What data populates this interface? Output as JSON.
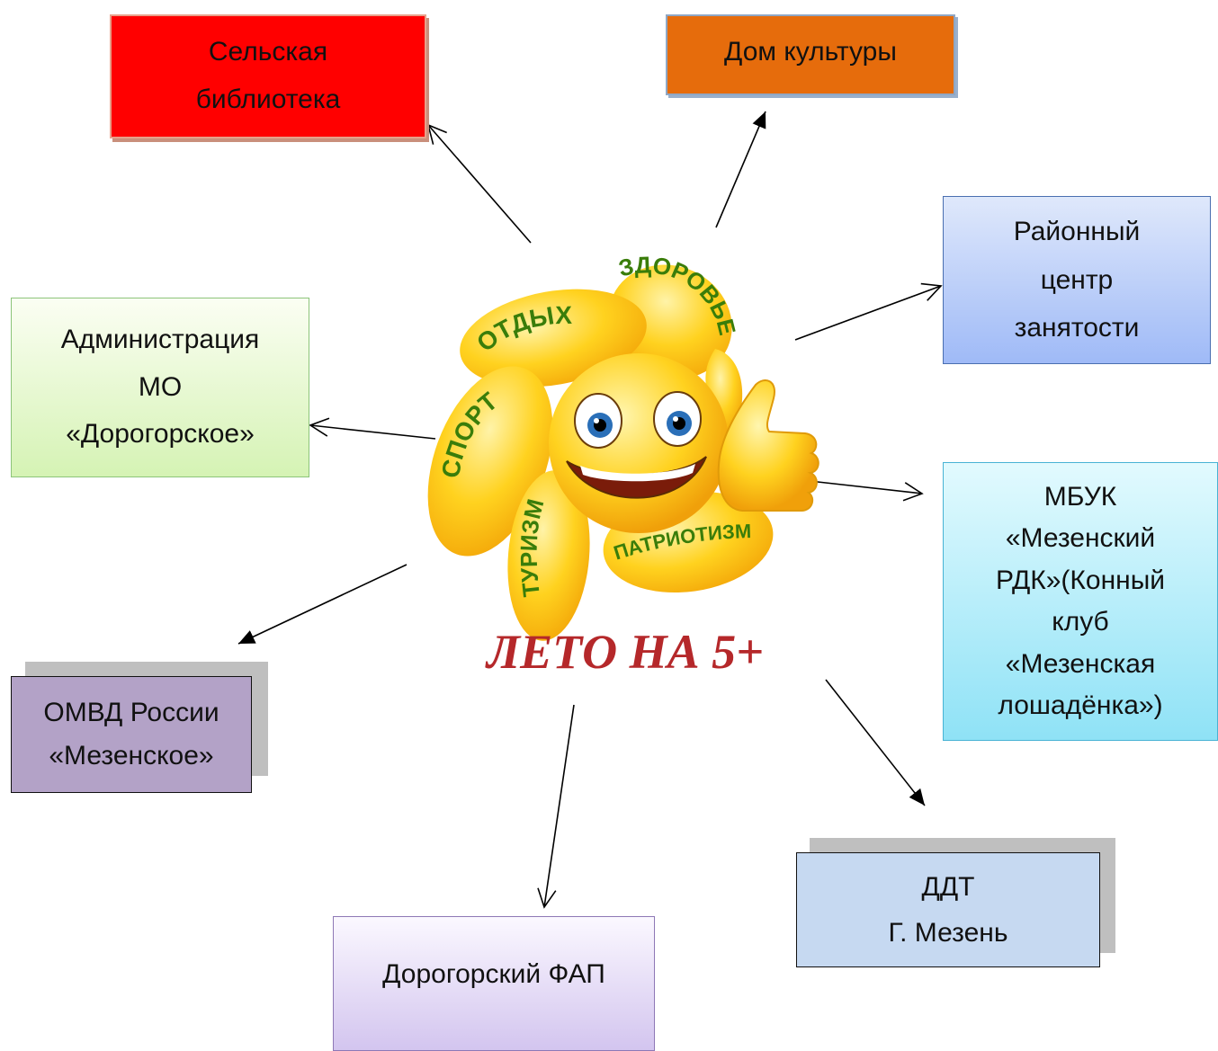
{
  "nodes": {
    "library": "Сельская\nбиблиотека",
    "culture": "Дом культуры",
    "employment": "Районный\nцентр\nзанятости",
    "admin": "Администрация\nМО\n«Дорогорское»",
    "mbuk": "МБУК\n«Мезенский\nРДК»(Конный\nклуб\n«Мезенская\nлошадёнка»)",
    "omvd": "ОМВД России\n«Мезенское»",
    "ddt": "ДДТ\nГ. Мезень",
    "fap": "Дорогорский ФАП"
  },
  "logo": {
    "petals": [
      "ЗДОРОВЬЕ",
      "ОТДЫХ",
      "СПОРТ",
      "ТУРИЗМ",
      "ПАТРИОТИЗМ"
    ],
    "slogan": "ЛЕТО НА 5+"
  },
  "colors": {
    "library": "#ff0000",
    "culture": "#e66c0c",
    "omvd": "#b3a2c7",
    "ddt": "#c6d9f1",
    "sun": "#ffd21f",
    "petal_text": "#3a7d0a",
    "slogan": "#b5282a"
  }
}
